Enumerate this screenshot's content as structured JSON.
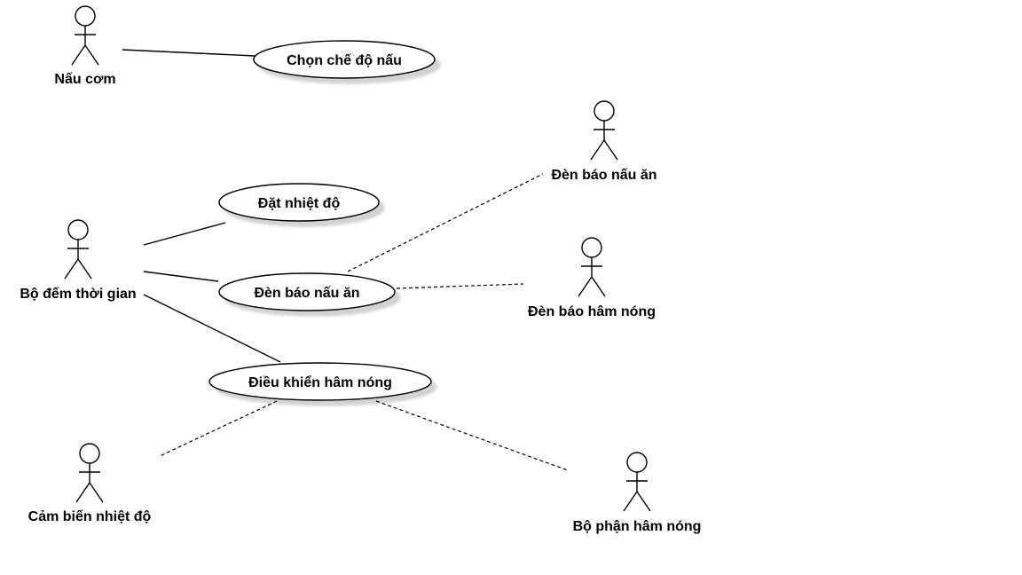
{
  "actors": {
    "nau_com": "Nấu cơm",
    "bo_dem": "Bộ đếm thời gian",
    "den_nau_an": "Đèn báo nấu ăn",
    "den_ham_nong": "Đèn báo hâm nóng",
    "cam_bien": "Cảm biến nhiệt độ",
    "bo_phan": "Bộ phận hâm nóng"
  },
  "usecases": {
    "chon_che_do": "Chọn chế độ nấu",
    "dat_nhiet_do": "Đặt nhiệt độ",
    "den_bao_nau_an": "Đèn báo nấu ăn",
    "dieu_khien": "Điều khiển hâm nóng"
  }
}
